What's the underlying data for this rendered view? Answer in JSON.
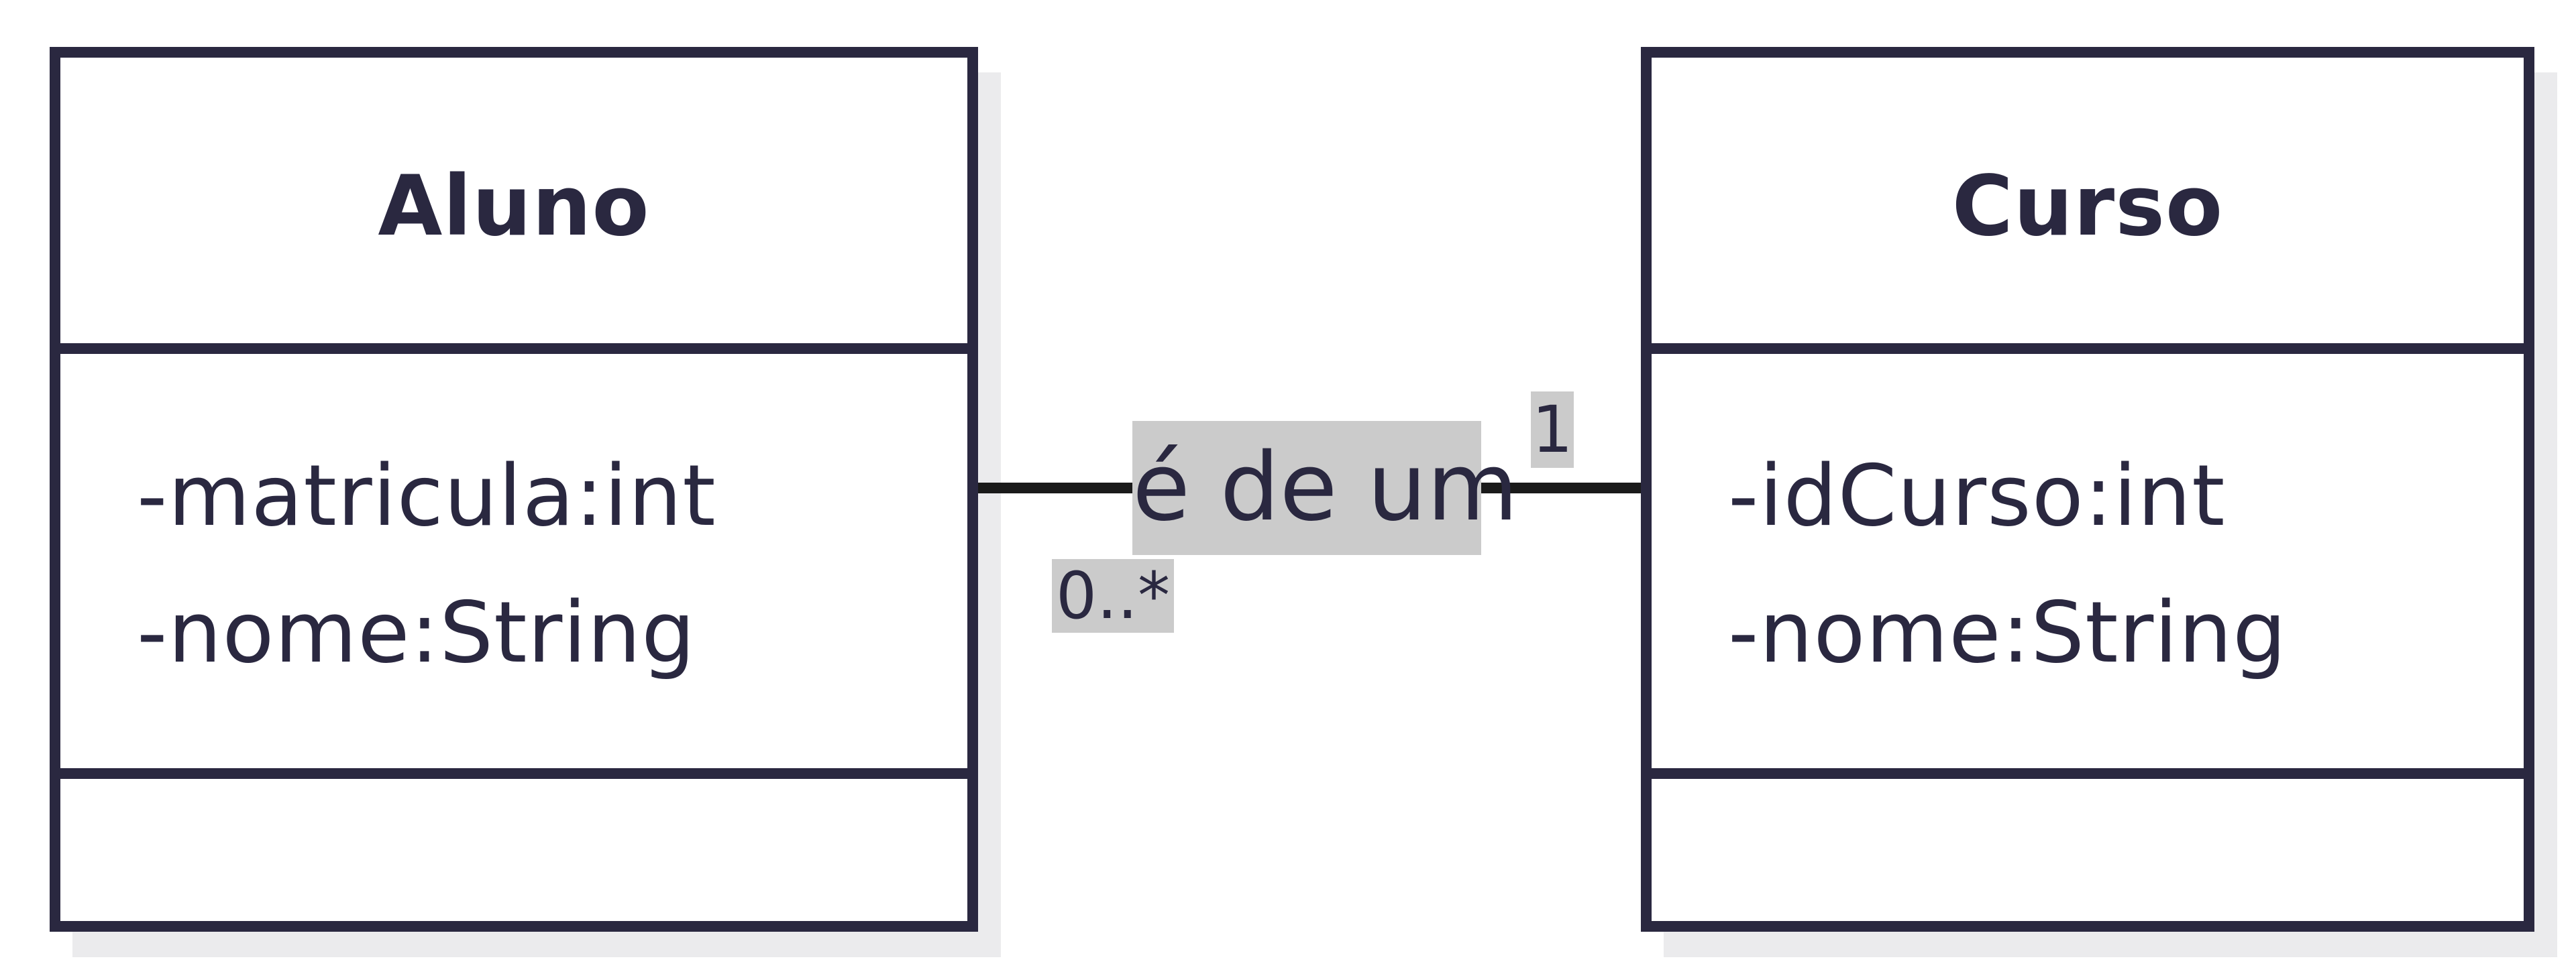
{
  "classes": {
    "aluno": {
      "name": "Aluno",
      "attributes": [
        "-matricula:int",
        "-nome:String"
      ]
    },
    "curso": {
      "name": "Curso",
      "attributes": [
        "-idCurso:int",
        "-nome:String"
      ]
    }
  },
  "association": {
    "label": "é de um",
    "multiplicity_aluno": "0..*",
    "multiplicity_curso": "1"
  }
}
